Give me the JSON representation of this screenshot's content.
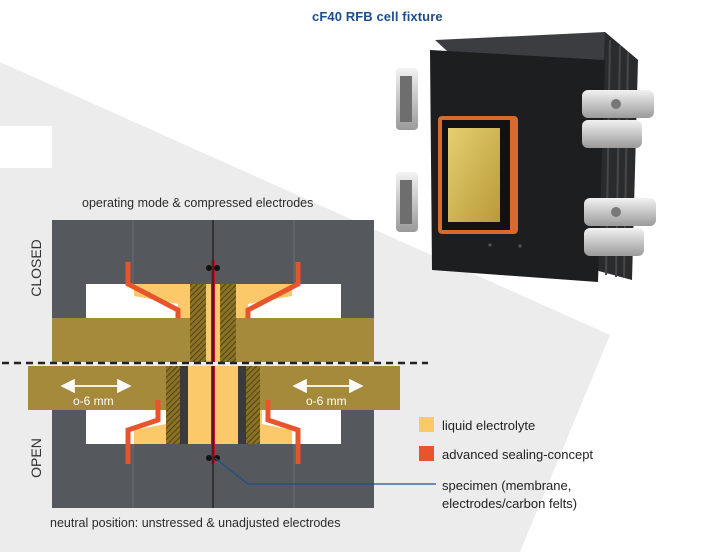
{
  "title": "cF40 RFB cell fixture",
  "diagram": {
    "caption_top": "operating mode & compressed electrodes",
    "caption_bottom": "neutral position: unstressed & unadjusted electrodes",
    "label_closed": "CLOSED",
    "label_open": "OPEN",
    "distance_left": "o-6 mm",
    "distance_right": "o-6 mm"
  },
  "legend": {
    "liquid_electrolyte": "liquid electrolyte",
    "sealing_concept": "advanced sealing-concept",
    "specimen_line1": "specimen (membrane,",
    "specimen_line2": "electrodes/carbon felts)"
  },
  "colors": {
    "frame_gray": "#55585c",
    "plate_olive": "#a48a3a",
    "electrolyte": "#fcc96a",
    "seal": "#e8542c",
    "membrane": "#c8102e",
    "title_blue": "#1f4e8c"
  }
}
